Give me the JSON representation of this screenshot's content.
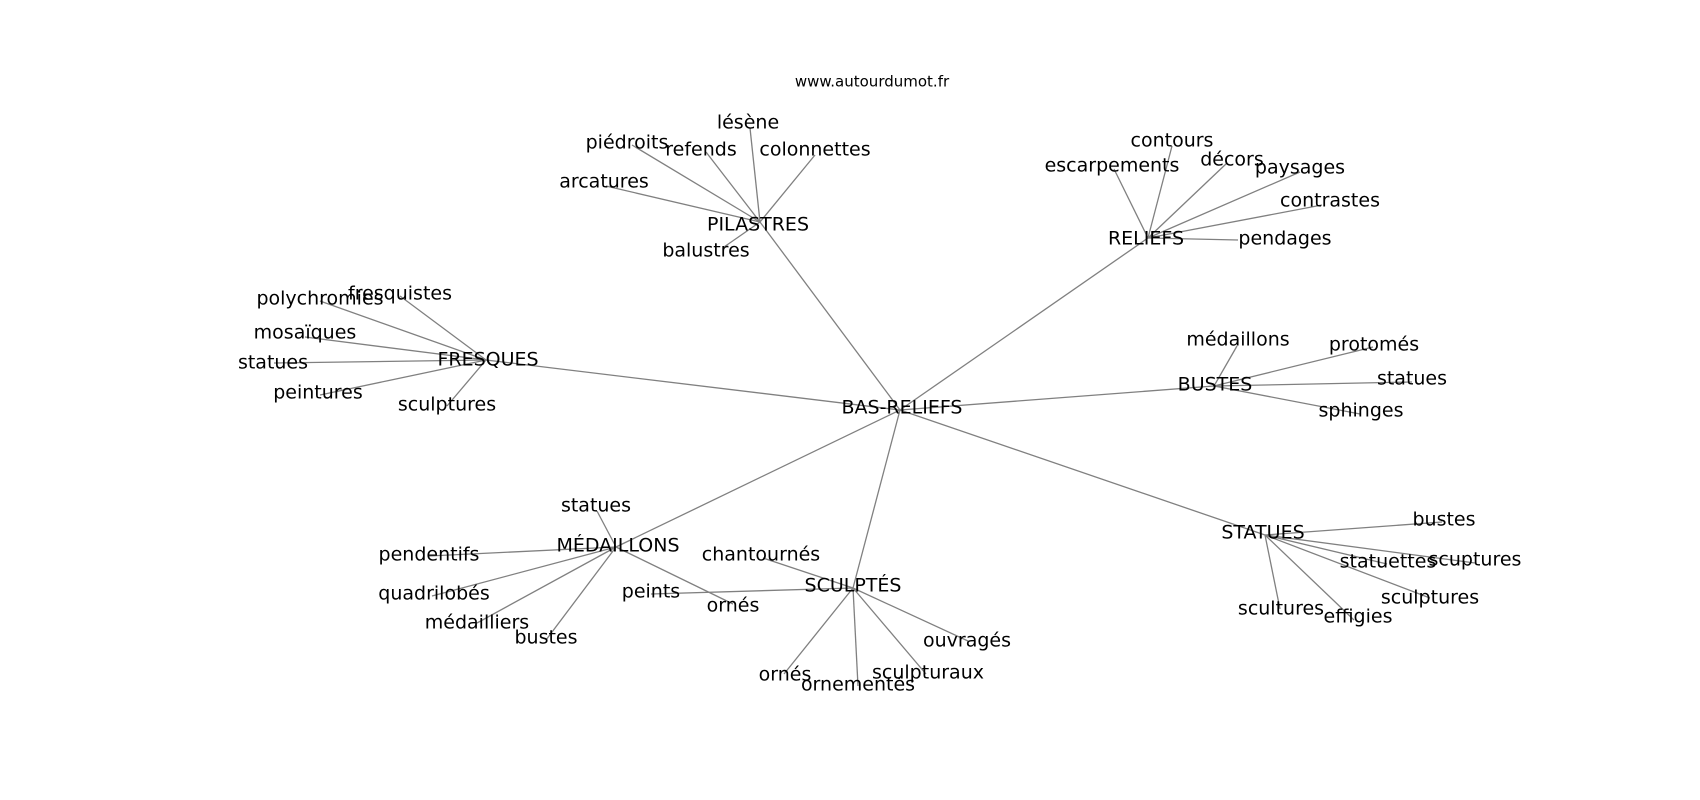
{
  "site": "www.autourdumot.fr",
  "center": "BAS-RELIEFS",
  "groups": [
    {
      "name": "PILASTRES",
      "children": [
        "lésène",
        "piédroits",
        "refends",
        "colonnettes",
        "arcatures",
        "balustres"
      ]
    },
    {
      "name": "RELIEFS",
      "children": [
        "contours",
        "escarpements",
        "décors",
        "paysages",
        "contrastes",
        "pendages"
      ]
    },
    {
      "name": "FRESQUES",
      "children": [
        "fresquistes",
        "polychromies",
        "mosaïques",
        "statues",
        "peintures",
        "sculptures"
      ]
    },
    {
      "name": "BUSTES",
      "children": [
        "médaillons",
        "protomés",
        "statues",
        "sphinges"
      ]
    },
    {
      "name": "MÉDAILLONS",
      "children": [
        "statues",
        "pendentifs",
        "quadrilobés",
        "médailliers",
        "bustes",
        "ornés"
      ]
    },
    {
      "name": "SCULPTÉS",
      "children": [
        "chantournés",
        "peints",
        "ouvragés",
        "ornés",
        "ornementés",
        "sculpturaux"
      ]
    },
    {
      "name": "STATUES",
      "children": [
        "bustes",
        "statuettes",
        "scuptures",
        "sculptures",
        "scultures",
        "effigies"
      ]
    }
  ]
}
